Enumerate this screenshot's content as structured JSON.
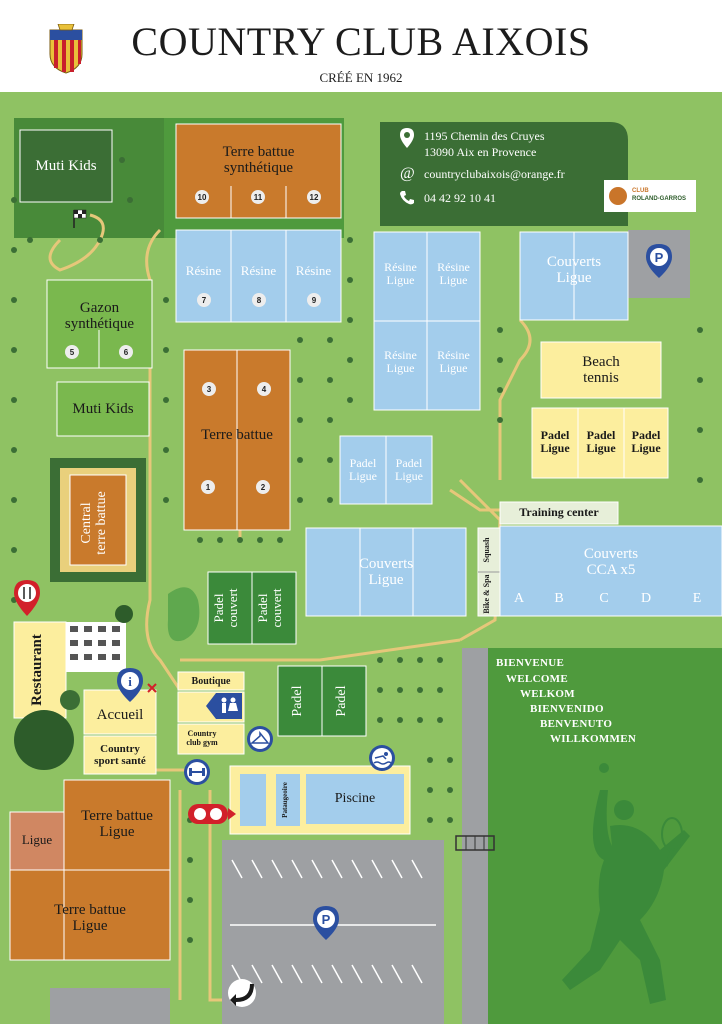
{
  "header": {
    "title": "COUNTRY CLUB AIXOIS",
    "subtitle": "CRÉÉ EN 1962"
  },
  "info": {
    "address1": "1195 Chemin des Cruyes",
    "address2": "13090 Aix en Provence",
    "email": "countryclubaixois@orange.fr",
    "phone": "04 42 92 10 41",
    "partner_club": "CLUB",
    "partner_name": "ROLAND-GARROS"
  },
  "areas": {
    "muti_kids_1": "Muti Kids",
    "terre_battue_synth": "Terre battue\nsynthétique",
    "resine": "Résine",
    "resine_ligue": "Résine\nLigue",
    "couverts_ligue": "Couverts\nLigue",
    "gazon": "Gazon\nsynthétique",
    "muti_kids_2": "Muti Kids",
    "terre_battue": "Terre battue",
    "beach_tennis": "Beach\ntennis",
    "padel_ligue": "Padel\nLigue",
    "central": "Central\nterre battue",
    "training_center": "Training center",
    "couverts_cca": "Couverts\nCCA x5",
    "squash": "Squash",
    "bike_spa": "Bike & Spa",
    "restaurant": "Restaurant",
    "padel_couvert": "Padel\ncouvert",
    "padel": "Padel",
    "boutique": "Boutique",
    "accueil": "Accueil",
    "country_gym": "Country\nclub gym",
    "country_sport": "Country\nsport santé",
    "pataugeoire": "Pataugeoire",
    "piscine": "Piscine",
    "ligue": "Ligue",
    "terre_battue_ligue": "Terre battue\nLigue"
  },
  "court_numbers": {
    "synth": [
      "10",
      "11",
      "12"
    ],
    "resine": [
      "7",
      "8",
      "9"
    ],
    "gazon": [
      "5",
      "6"
    ],
    "tb_top": [
      "3",
      "4"
    ],
    "tb_bottom": [
      "1",
      "2"
    ]
  },
  "hall_letters": [
    "A",
    "B",
    "C",
    "D",
    "E"
  ],
  "welcome": [
    "BIENVENUE",
    "WELCOME",
    "WELKOM",
    "BIENVENIDO",
    "BENVENUTO",
    "WILLKOMMEN"
  ],
  "icons": [
    "parking-icon",
    "info-icon",
    "restaurant-icon",
    "toilets-icon",
    "cloakroom-icon",
    "gym-icon",
    "swimming-icon",
    "pin-icon",
    "email-icon",
    "phone-icon",
    "crest-icon",
    "tennis-player-icon",
    "flag-icon"
  ],
  "colors": {
    "grass": "#8fc263",
    "dark_green": "#3b6e35",
    "mid_green": "#4f9a3d",
    "clay": "#c97a2c",
    "blue_court": "#a3cdec",
    "yellow": "#fcee9e",
    "gazon": "#7ab84e",
    "path": "#e6c77a",
    "parking": "#9ea0a3"
  }
}
